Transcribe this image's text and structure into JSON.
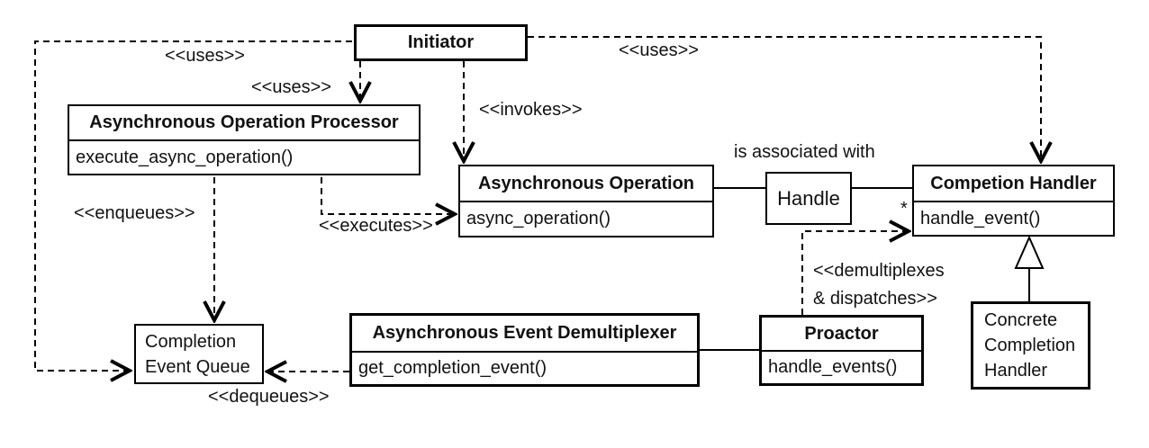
{
  "diagram": {
    "background": "#ffffff",
    "stroke_color": "#000000",
    "classes": {
      "initiator": {
        "title": "Initiator"
      },
      "async_operation_processor": {
        "title": "Asynchronous Operation Processor",
        "method": "execute_async_operation()"
      },
      "async_operation": {
        "title": "Asynchronous Operation",
        "method": "async_operation()"
      },
      "handle": {
        "title": "Handle"
      },
      "completion_handler": {
        "title": "Competion Handler",
        "method": "handle_event()",
        "multiplicity": "*"
      },
      "completion_event_queue": {
        "lines": [
          "Completion",
          "Event Queue"
        ]
      },
      "async_event_demultiplexer": {
        "title": "Asynchronous Event Demultiplexer",
        "method": "get_completion_event()"
      },
      "proactor": {
        "title": "Proactor",
        "method": "handle_events()"
      },
      "concrete_completion_handler": {
        "lines": [
          "Concrete",
          "Completion",
          "Handler"
        ]
      }
    },
    "edge_labels": {
      "uses_left": "<<uses>>",
      "uses_mid": "<<uses>>",
      "uses_right": "<<uses>>",
      "invokes": "<<invokes>>",
      "executes": "<<executes>>",
      "enqueues": "<<enqueues>>",
      "dequeues": "<<dequeues>>",
      "demultiplexes_line1": "<<demultiplexes",
      "demultiplexes_line2": "& dispatches>>",
      "associated_with": "is associated with"
    }
  }
}
